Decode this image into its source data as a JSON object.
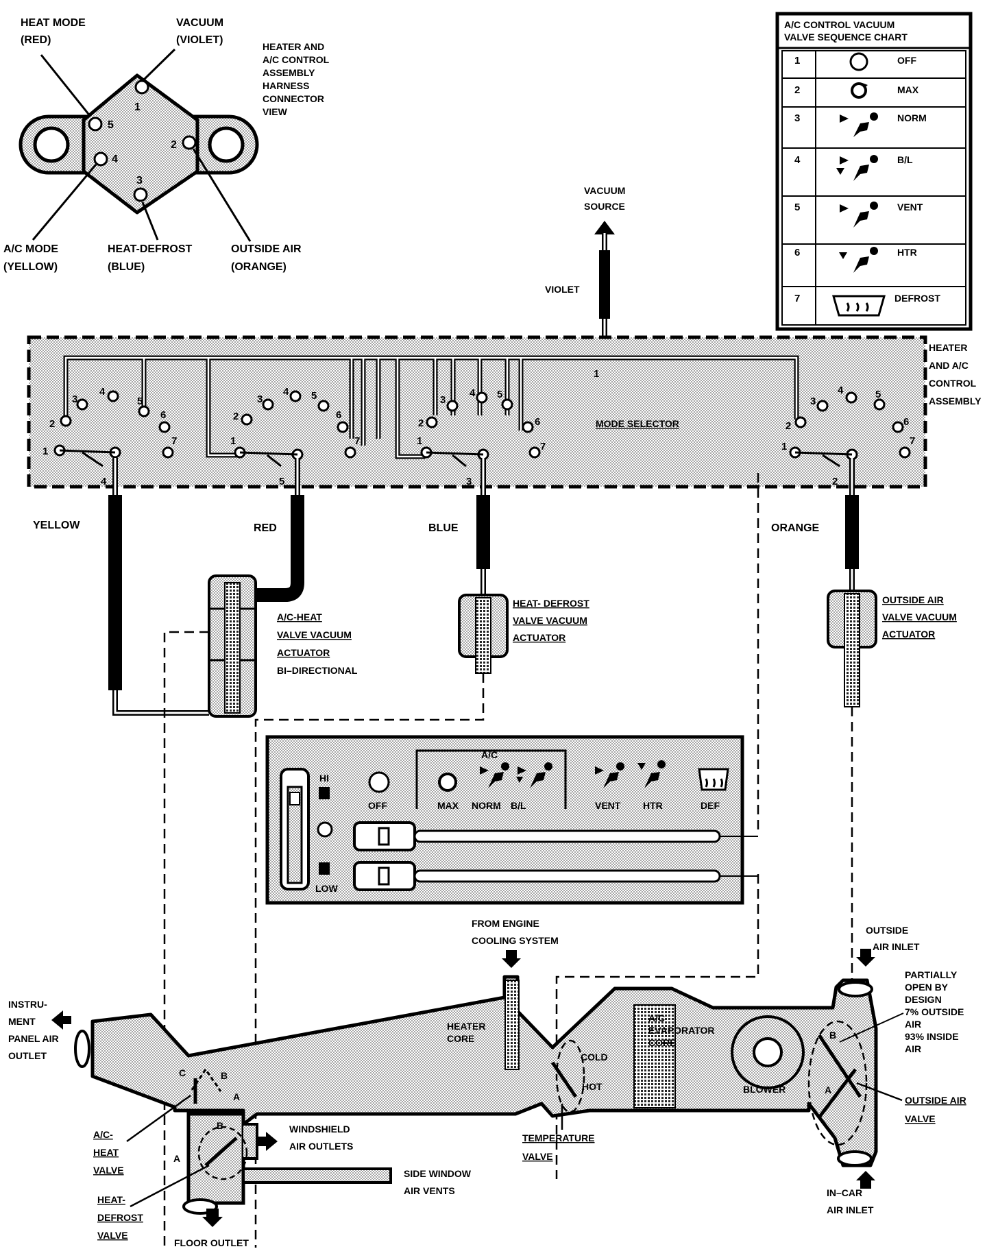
{
  "connector": {
    "title": [
      "HEATER AND",
      "A/C CONTROL",
      "ASSEMBLY",
      "HARNESS",
      "CONNECTOR",
      "VIEW"
    ],
    "pins": [
      "1",
      "2",
      "3",
      "4",
      "5"
    ],
    "heat_mode": [
      "HEAT MODE",
      "(RED)"
    ],
    "vacuum": [
      "VACUUM",
      "(VIOLET)"
    ],
    "ac_mode": [
      "A/C MODE",
      "(YELLOW)"
    ],
    "heat_defrost": [
      "HEAT-DEFROST",
      "(BLUE)"
    ],
    "outside_air": [
      "OUTSIDE AIR",
      "(ORANGE)"
    ]
  },
  "sequence_chart": {
    "title": [
      "A/C CONTROL VACUUM",
      "VALVE SEQUENCE CHART"
    ],
    "rows": [
      {
        "num": "1",
        "label": "OFF",
        "icon": "circle-icon"
      },
      {
        "num": "2",
        "label": "MAX",
        "icon": "recirculate-icon"
      },
      {
        "num": "3",
        "label": "NORM",
        "icon": "face-vent-icon"
      },
      {
        "num": "4",
        "label": "B/L",
        "icon": "bilevel-icon"
      },
      {
        "num": "5",
        "label": "VENT",
        "icon": "vent-icon"
      },
      {
        "num": "6",
        "label": "HTR",
        "icon": "heater-icon"
      },
      {
        "num": "7",
        "label": "DEFROST",
        "icon": "defrost-icon"
      }
    ]
  },
  "vacuum_source": [
    "VACUUM",
    "SOURCE"
  ],
  "violet": "VIOLET",
  "control_assembly": [
    "HEATER",
    "AND A/C",
    "CONTROL",
    "ASSEMBLY"
  ],
  "mode_selector": "MODE SELECTOR",
  "port_labels": [
    "1",
    "2",
    "3",
    "4",
    "5",
    "6",
    "7"
  ],
  "outlets": [
    "4",
    "5",
    "3",
    "2",
    "1"
  ],
  "hoses": {
    "yellow": "YELLOW",
    "red": "RED",
    "blue": "BLUE",
    "orange": "ORANGE"
  },
  "actuators": {
    "ac_heat": [
      "A/C-HEAT",
      "VALVE VACUUM",
      "ACTUATOR",
      "BI–DIRECTIONAL"
    ],
    "heat_defrost": [
      "HEAT- DEFROST",
      "VALVE  VACUUM",
      "ACTUATOR"
    ],
    "outside_air": [
      "OUTSIDE AIR",
      "VALVE VACUUM",
      "ACTUATOR"
    ]
  },
  "panel": {
    "ac": "A/C",
    "hi": "HI",
    "low": "LOW",
    "buttons": [
      "OFF",
      "MAX",
      "NORM",
      "B/L",
      "VENT",
      "HTR",
      "DEF"
    ]
  },
  "engine_cooling": [
    "FROM ENGINE",
    "COOLING SYSTEM"
  ],
  "outside_air_inlet": [
    "OUTSIDE",
    "AIR INLET"
  ],
  "partially_open": [
    "PARTIALLY",
    "OPEN BY",
    "DESIGN",
    "7% OUTSIDE",
    "AIR",
    "93% INSIDE",
    "AIR"
  ],
  "instrument_panel": [
    "INSTRU-",
    "MENT",
    "PANEL AIR",
    "OUTLET"
  ],
  "heater_core": [
    "HEATER",
    "CORE"
  ],
  "evaporator": [
    "A/C",
    "EVAPORATOR",
    "CORE"
  ],
  "blower": "BLOWER",
  "cold": "COLD",
  "hot": "HOT",
  "windshield": [
    "WINDSHIELD",
    "AIR OUTLETS"
  ],
  "side_window": [
    "SIDE WINDOW",
    "AIR VENTS"
  ],
  "floor_outlet": "FLOOR OUTLET",
  "ac_heat_valve": [
    "A/C-",
    "HEAT",
    "VALVE"
  ],
  "heat_defrost_valve": [
    "HEAT-",
    "DEFROST",
    "VALVE"
  ],
  "temperature_valve": [
    "TEMPERATURE",
    "VALVE"
  ],
  "outside_air_valve": [
    "OUTSIDE AIR",
    "VALVE"
  ],
  "in_car_inlet": [
    "IN–CAR",
    "AIR INLET"
  ],
  "valve_letters": {
    "a": "A",
    "b": "B",
    "c": "C"
  }
}
